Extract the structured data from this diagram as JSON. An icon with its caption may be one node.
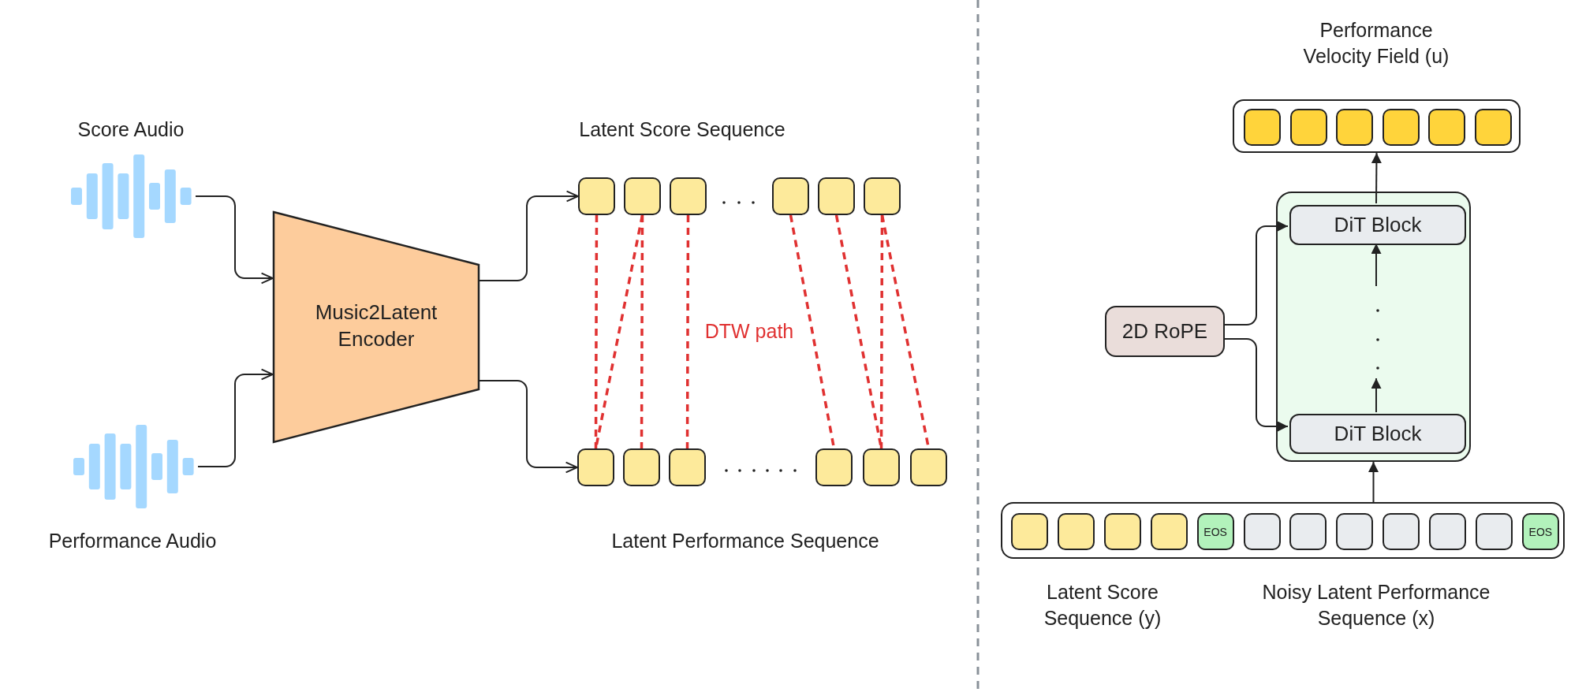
{
  "diagram": {
    "nodes": [
      {
        "text": [],
        "shape": "waveform",
        "beside": [
          "Score Audio"
        ]
      },
      {
        "text": [],
        "shape": "waveform",
        "beside": [
          "Performance Audio"
        ]
      },
      {
        "text": [
          "Music2Latent Encoder"
        ]
      },
      {
        "text": [],
        "shape": "box"
      },
      {
        "text": [],
        "shape": "box"
      },
      {
        "text": [],
        "shape": "box"
      },
      {
        "text": [],
        "shape": "box"
      },
      {
        "text": [],
        "shape": "box"
      },
      {
        "text": [],
        "shape": "box"
      },
      {
        "text": [],
        "shape": "box"
      },
      {
        "text": [],
        "shape": "box"
      },
      {
        "text": [],
        "shape": "box"
      },
      {
        "text": [],
        "shape": "box"
      },
      {
        "text": [],
        "shape": "box"
      },
      {
        "text": [],
        "shape": "box"
      },
      {
        "text": [],
        "shape": "box",
        "beside": [
          "Performance Velocity Field (u)"
        ]
      },
      {
        "text": [],
        "shape": "box",
        "in": 15
      },
      {
        "text": [],
        "shape": "box",
        "in": 15
      },
      {
        "text": [],
        "shape": "box",
        "in": 15
      },
      {
        "text": [],
        "shape": "box",
        "in": 15
      },
      {
        "text": [],
        "shape": "box",
        "in": 15
      },
      {
        "text": [],
        "shape": "box",
        "in": 15
      },
      {
        "text": [],
        "shape": "box"
      },
      {
        "text": [
          "DiT Block"
        ],
        "in": 22
      },
      {
        "text": [],
        "shape": "dots",
        "in": 22
      },
      {
        "text": [
          "DiT Block"
        ],
        "in": 22
      },
      {
        "text": [
          "2D RoPE"
        ]
      },
      {
        "text": [],
        "shape": "box",
        "beside": [
          "Latent Score Sequence (y)",
          "Noisy Latent Performance Sequence (x)"
        ]
      },
      {
        "text": [],
        "shape": "box",
        "in": 27
      },
      {
        "text": [],
        "shape": "box",
        "in": 27
      },
      {
        "text": [],
        "shape": "box",
        "in": 27
      },
      {
        "text": [],
        "shape": "box",
        "in": 27
      },
      {
        "text": [
          "EOS"
        ],
        "in": 27
      },
      {
        "text": [],
        "shape": "box",
        "in": 27
      },
      {
        "text": [],
        "shape": "box",
        "in": 27
      },
      {
        "text": [],
        "shape": "box",
        "in": 27
      },
      {
        "text": [],
        "shape": "box",
        "in": 27
      },
      {
        "text": [],
        "shape": "box",
        "in": 27
      },
      {
        "text": [],
        "shape": "box",
        "in": 27
      },
      {
        "text": [
          "EOS"
        ],
        "in": 27
      }
    ],
    "edges": [
      {
        "from": 0,
        "to": 2,
        "arrow": "to"
      },
      {
        "from": 1,
        "to": 2,
        "arrow": "to"
      },
      {
        "from": 2,
        "to": 3,
        "arrow": "to"
      },
      {
        "from": 2,
        "to": 9,
        "arrow": "to"
      },
      {
        "from": 3,
        "to": 9,
        "arrow": "none",
        "style": "dashed",
        "color": "#e03131"
      },
      {
        "from": 4,
        "to": 9,
        "arrow": "none",
        "style": "dashed",
        "color": "#e03131"
      },
      {
        "from": 4,
        "to": 10,
        "arrow": "none",
        "style": "dashed",
        "color": "#e03131"
      },
      {
        "from": 5,
        "to": 11,
        "arrow": "none",
        "style": "dashed",
        "color": "#e03131"
      },
      {
        "from": 6,
        "to": 12,
        "arrow": "none",
        "style": "dashed",
        "color": "#e03131"
      },
      {
        "from": 7,
        "to": 13,
        "arrow": "none",
        "style": "dashed",
        "color": "#e03131"
      },
      {
        "from": 8,
        "to": 13,
        "arrow": "none",
        "style": "dashed",
        "color": "#e03131"
      },
      {
        "from": 8,
        "to": 14,
        "arrow": "none",
        "style": "dashed",
        "color": "#e03131"
      },
      {
        "from": 25,
        "to": 24,
        "arrow": "to"
      },
      {
        "from": 24,
        "to": 23,
        "arrow": "to"
      },
      {
        "from": 23,
        "to": 15,
        "arrow": "to"
      },
      {
        "from": 26,
        "to": 23,
        "arrow": "to"
      },
      {
        "from": 26,
        "to": 25,
        "arrow": "to"
      },
      {
        "from": 27,
        "to": 22,
        "arrow": "to"
      }
    ],
    "labels": [
      "Latent Score Sequence",
      "DTW path",
      "Latent Performance Sequence"
    ]
  }
}
